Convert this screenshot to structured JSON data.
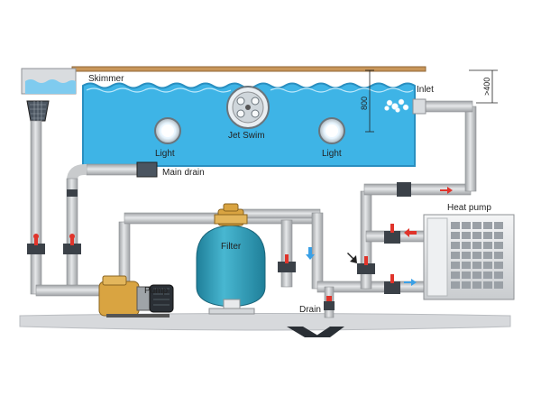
{
  "labels": {
    "skimmer": "Skimmer",
    "inlet": "Inlet",
    "jet_swim": "Jet Swim",
    "light_left": "Light",
    "light_right": "Light",
    "main_drain": "Main drain",
    "filter": "Filter",
    "pump": "Pump",
    "drain": "Drain",
    "heat_pump": "Heat pump",
    "depth": "800",
    "height": ">400"
  },
  "colors": {
    "water": "#3eb4e6",
    "water_border": "#2a8fc0",
    "deck": "#c8965a",
    "pipe": "#c9cbcd",
    "pipe_edge": "#8e9194",
    "valve_red": "#e0342b",
    "flow_red": "#e0342b",
    "flow_blue": "#3aa0e6",
    "filter_tank": "#2f9bb6",
    "pump_body": "#d9a441",
    "ground": "#d7d9dc"
  }
}
